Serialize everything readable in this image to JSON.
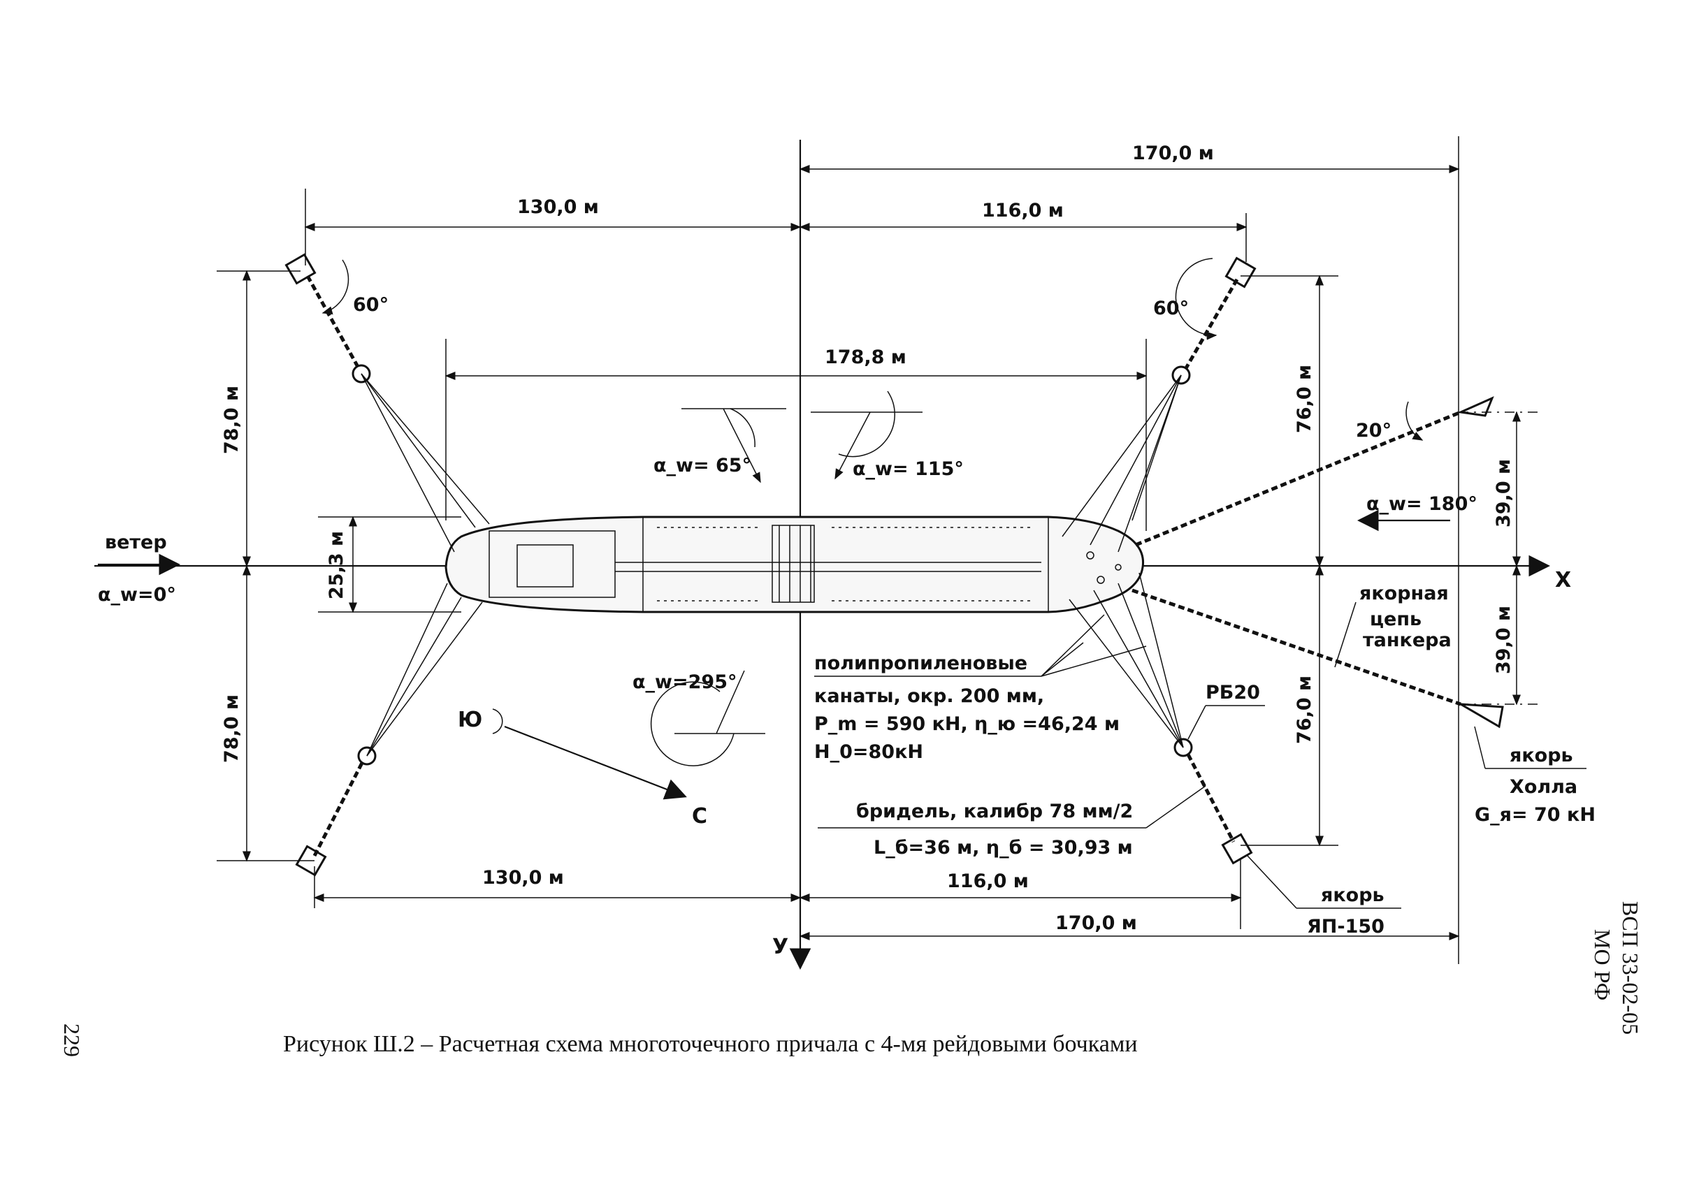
{
  "dimensions": {
    "top_170": "170,0 м",
    "top_130": "130,0 м",
    "top_116": "116,0 м",
    "ship_length": "178,8 м",
    "left_78_upper": "78,0 м",
    "left_78_lower": "78,0 м",
    "ship_width": "25,3 м",
    "right_76_upper": "76,0 м",
    "right_76_lower": "76,0 м",
    "right_39_upper": "39,0 м",
    "right_39_lower": "39,0 м",
    "bottom_130": "130,0 м",
    "bottom_116": "116,0 м",
    "bottom_170": "170,0 м"
  },
  "angles": {
    "left_buoy": "60°",
    "right_buoy": "60°",
    "tanker_anchor": "20°"
  },
  "wind_directions": {
    "w65": "α_w= 65°",
    "w115": "α_w= 115°",
    "w180": "α_w= 180°",
    "w295": "α_w=295°",
    "w0": "α_w=0°"
  },
  "labels": {
    "wind": "ветер",
    "axis_x": "X",
    "axis_y": "У",
    "south": "Ю",
    "north": "С",
    "ropes_line1": "полипропиленовые",
    "ropes_line2": "канаты, окр. 200 мм,",
    "ropes_line3": "P_m = 590 кН, η_ю =46,24 м",
    "ropes_line4": "H_0=80кН",
    "buoy_type": "РБ20",
    "bridle_line1": "бридель, калибр 78 мм/2",
    "bridle_line2": "L_б=36 м, η_б = 30,93 м",
    "tanker_chain_line1": "якорная",
    "tanker_chain_line2": "цепь",
    "tanker_chain_line3": "танкера",
    "hall_anchor_line1": "якорь",
    "hall_anchor_line2": "Холла",
    "hall_anchor_line3": "G_я= 70 кН",
    "yap_anchor_line1": "якорь",
    "yap_anchor_line2": "ЯП-150"
  },
  "caption": "Рисунок Ш.2 – Расчетная схема многоточечного причала с 4-мя рейдовыми бочками",
  "page_number": "229",
  "side_note": {
    "line1": "ВСП 33-02-05",
    "line2": "МО РФ"
  }
}
